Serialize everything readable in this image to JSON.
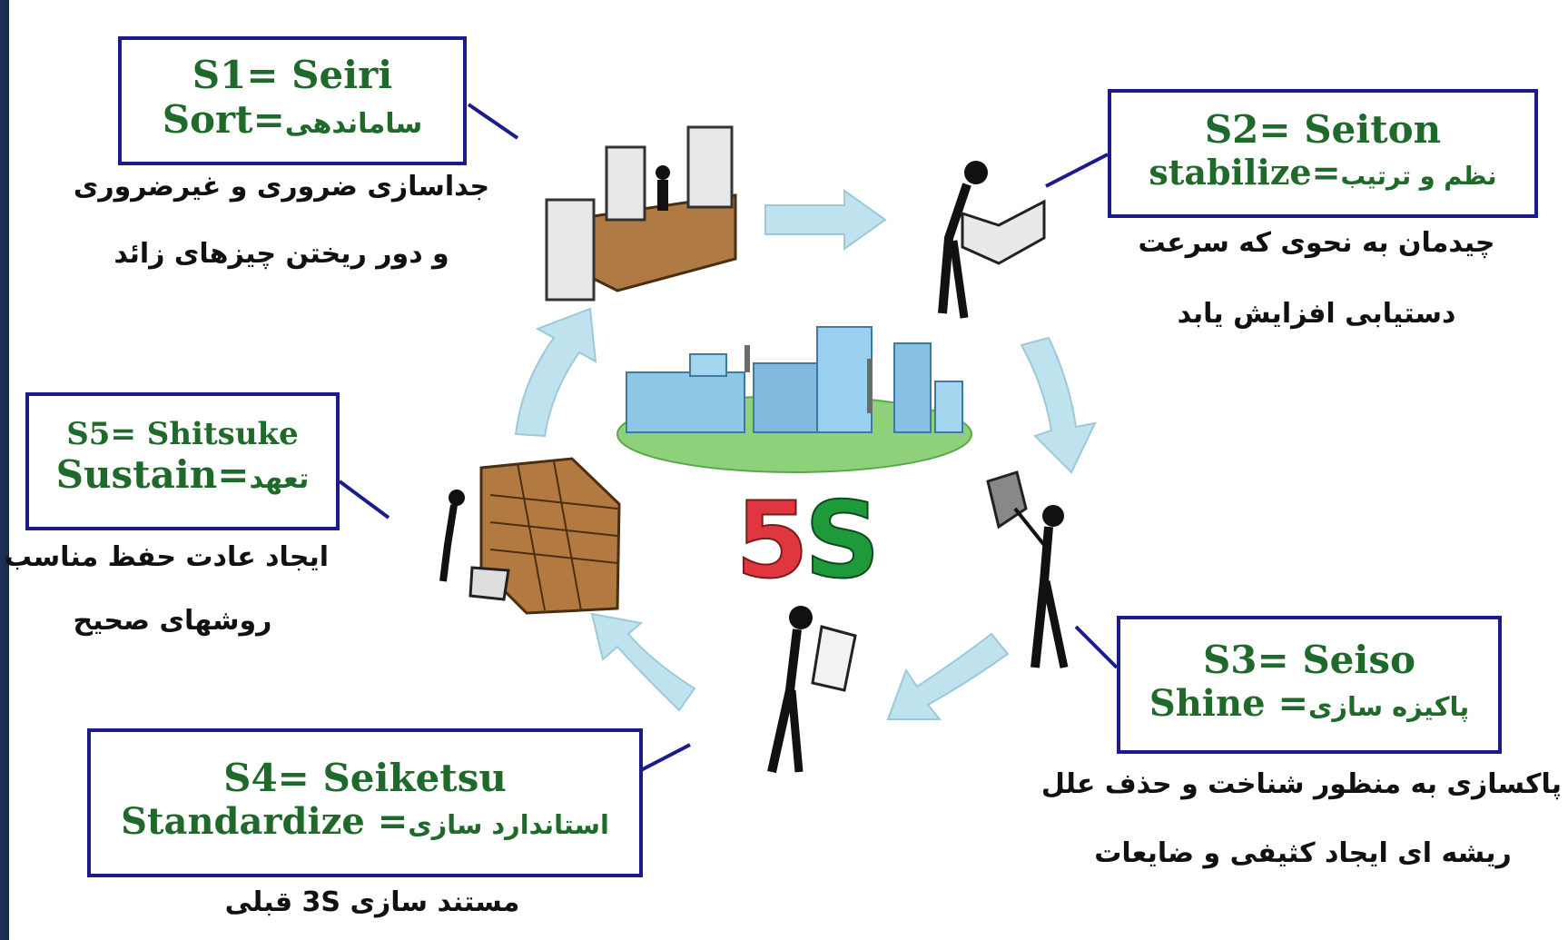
{
  "title": "5S",
  "steps": [
    {
      "id": "s1",
      "heading": "S1= Seiri",
      "term_en": "Sort",
      "term_fa": "ساماندهی",
      "desc": [
        "جداسازی ضروری و غیرضروری",
        "و دور ریختن چیزهای زائد"
      ]
    },
    {
      "id": "s2",
      "heading": "S2= Seiton",
      "term_en": "stabilize",
      "term_fa": "نظم و ترتیب",
      "desc": [
        "چیدمان به نحوی که سرعت",
        "دستیابی افزایش یابد"
      ]
    },
    {
      "id": "s3",
      "heading": "S3= Seiso",
      "term_en": "Shine",
      "term_fa": "پاکیزه سازی",
      "desc": [
        "پاکسازی به منظور شناخت و حذف علل",
        "ریشه ای ایجاد کثیفی و ضایعات"
      ]
    },
    {
      "id": "s4",
      "heading": "S4= Seiketsu",
      "term_en": "Standardize",
      "term_fa": "استاندارد سازی",
      "desc": [
        "مستند سازی 3S قبلی"
      ]
    },
    {
      "id": "s5",
      "heading": "S5= Shitsuke",
      "term_en": "Sustain",
      "term_fa": "تعهد",
      "desc": [
        "ایجاد عادت حفظ مناسب",
        "روشهای صحیح"
      ]
    }
  ],
  "colors": {
    "box_border": "#1b1b8c",
    "box_text": "#1f6a2b",
    "arrow": "#b9e2ec",
    "five": "#e0363f",
    "s_letter": "#1f9a3b"
  }
}
